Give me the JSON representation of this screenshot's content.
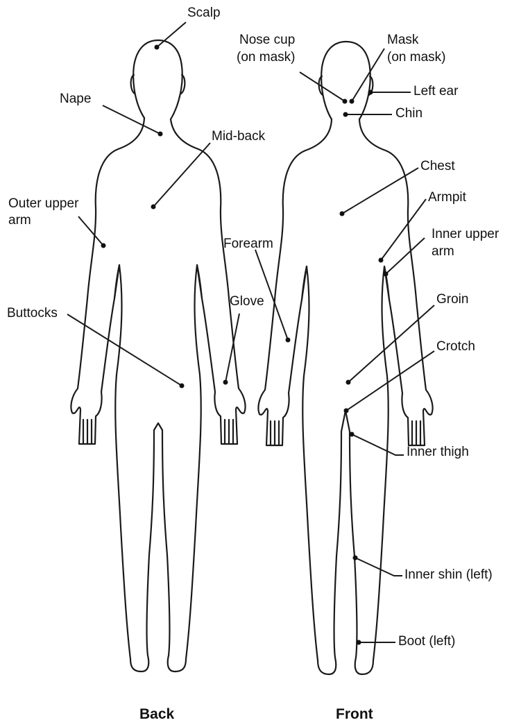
{
  "views": {
    "back": "Back",
    "front": "Front"
  },
  "labels": {
    "scalp": "Scalp",
    "nape": "Nape",
    "mid_back": "Mid-back",
    "outer_upper_arm": [
      "Outer upper",
      "arm"
    ],
    "buttocks": "Buttocks",
    "forearm": "Forearm",
    "glove": "Glove",
    "nose_cup": [
      "Nose cup",
      "(on mask)"
    ],
    "mask": [
      "Mask",
      "(on mask)"
    ],
    "left_ear": "Left ear",
    "chin": "Chin",
    "chest": "Chest",
    "armpit": "Armpit",
    "inner_upper_arm": [
      "Inner upper",
      "arm"
    ],
    "groin": "Groin",
    "crotch": "Crotch",
    "inner_thigh": "Inner thigh",
    "inner_shin_left": "Inner shin (left)",
    "boot_left": "Boot (left)"
  }
}
